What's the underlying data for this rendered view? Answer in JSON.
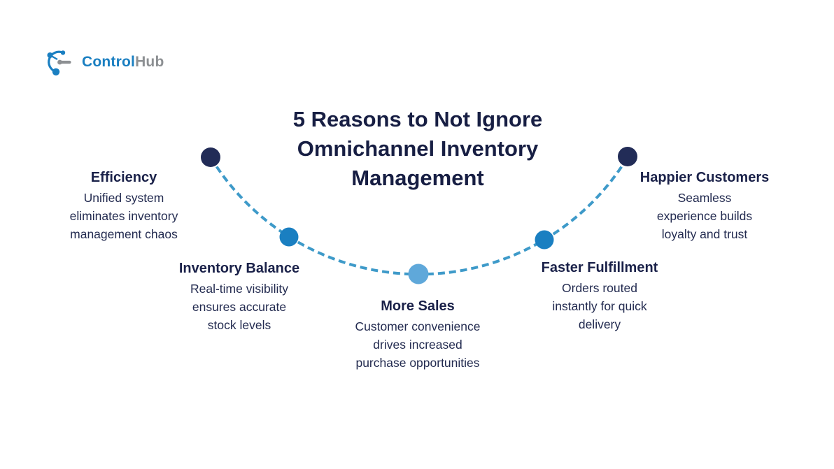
{
  "logo": {
    "brand_primary": "Control",
    "brand_secondary": "Hub",
    "icon": "hub-molecule-icon",
    "primary_color": "#1a7fc1",
    "secondary_color": "#8d9093"
  },
  "title": {
    "full": "5 Reasons to Not Ignore Omnichannel Inventory Management",
    "lines": [
      "5 Reasons to Not Ignore",
      "Omnichannel Inventory",
      "Management"
    ]
  },
  "curve": {
    "style": "dashed",
    "color": "#3e9ac9"
  },
  "items": [
    {
      "title": "Efficiency",
      "description": "Unified system eliminates inventory management chaos",
      "lines": [
        "Unified system",
        "eliminates inventory",
        "management chaos"
      ],
      "dot_color": "#222c57"
    },
    {
      "title": "Inventory Balance",
      "description": "Real-time visibility ensures accurate stock levels",
      "lines": [
        "Real-time visibility",
        "ensures accurate",
        "stock levels"
      ],
      "dot_color": "#1a7fc1"
    },
    {
      "title": "More Sales",
      "description": "Customer convenience drives increased purchase opportunities",
      "lines": [
        "Customer convenience",
        "drives increased",
        "purchase opportunities"
      ],
      "dot_color": "#5fa8da"
    },
    {
      "title": "Faster Fulfillment",
      "description": "Orders routed instantly for quick delivery",
      "lines": [
        "Orders routed",
        "instantly for quick",
        "delivery"
      ],
      "dot_color": "#1a7fc1"
    },
    {
      "title": "Happier Customers",
      "description": "Seamless experience builds loyalty and trust",
      "lines": [
        "Seamless",
        "experience builds",
        "loyalty and trust"
      ],
      "dot_color": "#222c57"
    }
  ],
  "colors": {
    "background": "#ffffff",
    "title_text": "#171e43",
    "heading_text": "#1a2149",
    "body_text": "#232b50"
  }
}
